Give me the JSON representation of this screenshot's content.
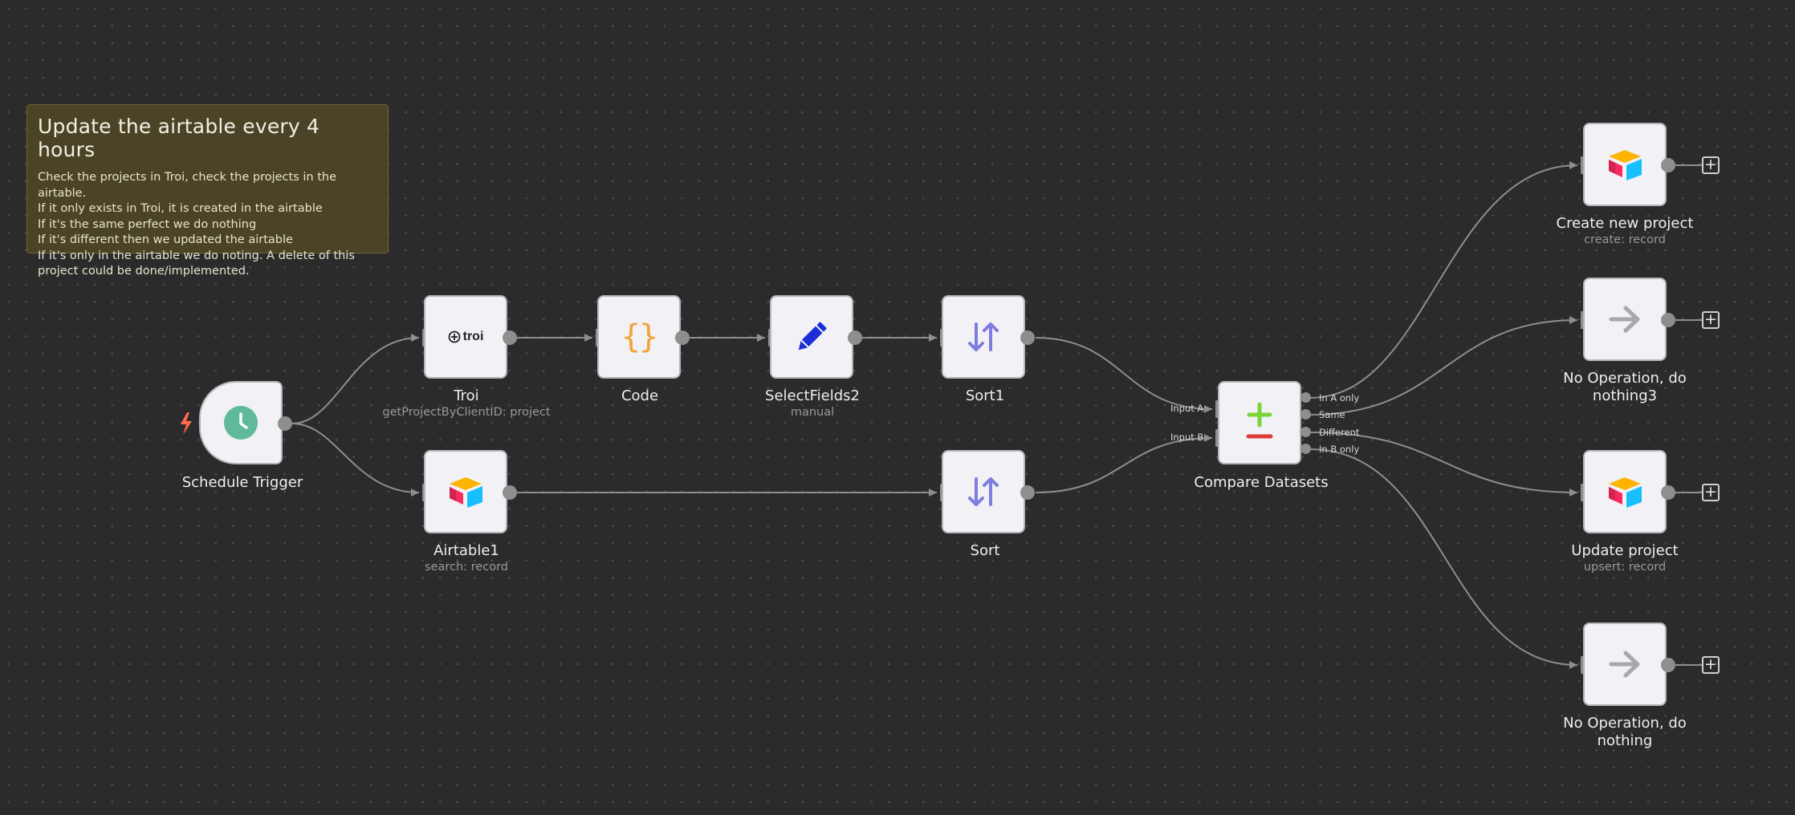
{
  "sticky": {
    "title": "Update the airtable every 4 hours",
    "lines": [
      "Check the projects in Troi, check the projects in the airtable.",
      "If it only exists in Troi, it is created in the airtable",
      "If it's the same perfect we do nothing",
      "If it's different then we updated the airtable",
      "If it's only in the airtable we do noting. A delete of this",
      "project could be done/implemented."
    ]
  },
  "nodes": {
    "schedule_trigger": {
      "name": "Schedule Trigger",
      "icon": "clock-icon"
    },
    "troi": {
      "name": "Troi",
      "subtitle": "getProjectByClientID: project",
      "icon": "troi-logo-icon",
      "logo_text": "troi"
    },
    "code": {
      "name": "Code",
      "subtitle": "",
      "icon": "code-braces-icon",
      "glyph": "{}"
    },
    "select_fields": {
      "name": "SelectFields2",
      "subtitle": "manual",
      "icon": "pencil-icon"
    },
    "sort1": {
      "name": "Sort1",
      "subtitle": "",
      "icon": "sort-arrows-icon"
    },
    "airtable1": {
      "name": "Airtable1",
      "subtitle": "search: record",
      "icon": "airtable-icon"
    },
    "sort": {
      "name": "Sort",
      "subtitle": "",
      "icon": "sort-arrows-icon"
    },
    "compare": {
      "name": "Compare Datasets",
      "icon": "compare-plus-minus-icon",
      "inputs": [
        "Input A",
        "Input B"
      ],
      "outputs": [
        "In A only",
        "Same",
        "Different",
        "In B only"
      ]
    },
    "create_project": {
      "name": "Create new project",
      "subtitle": "create: record",
      "icon": "airtable-icon"
    },
    "noop3": {
      "name_line1": "No Operation, do",
      "name_line2": "nothing3",
      "icon": "arrow-right-icon"
    },
    "update_project": {
      "name": "Update project",
      "subtitle": "upsert: record",
      "icon": "airtable-icon"
    },
    "noop": {
      "name_line1": "No Operation, do",
      "name_line2": "nothing",
      "icon": "arrow-right-icon"
    }
  },
  "add_button_glyph": "+",
  "colors": {
    "canvas_bg": "#2b2b2b",
    "node_bg": "#f1f1f6",
    "sticky_bg": "#4a4325",
    "trigger_accent": "#5fb99a",
    "code_orange": "#f2a23a",
    "pencil_blue": "#1c2fd6",
    "sort_purple": "#7d7de0",
    "compare_green": "#7bd43a",
    "compare_red": "#e03b3b",
    "bolt": "#ff6a4a"
  }
}
